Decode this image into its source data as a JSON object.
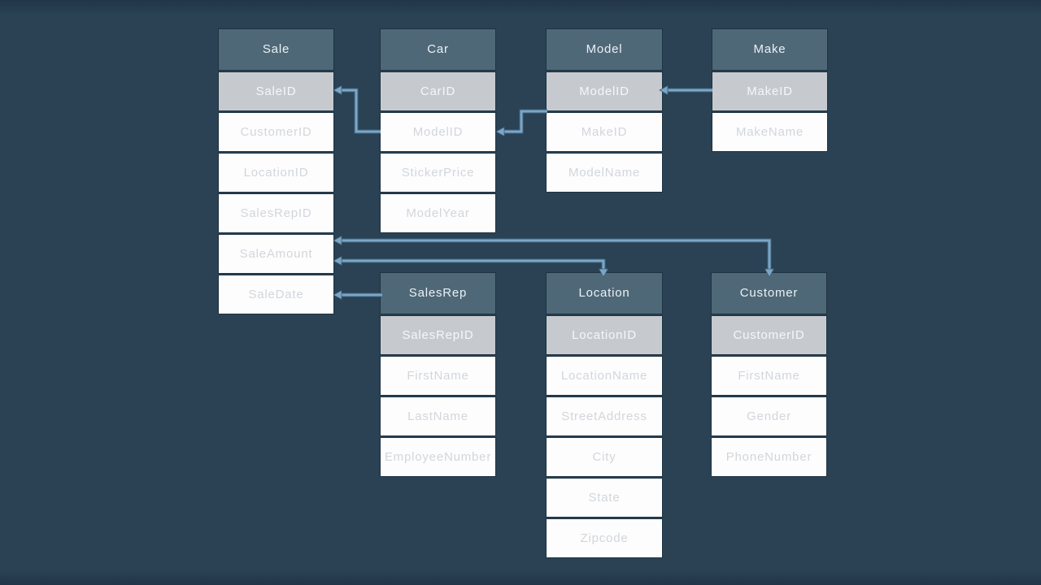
{
  "colors": {
    "background": "#2A4254",
    "table_header": "#4E6878",
    "key_row": "#C6CACF",
    "row": "#FDFDFE",
    "connector": "#7CA6C6",
    "connector_outline": "#3D617B",
    "header_text": "#ECF1F4",
    "key_text": "#F5F7F8",
    "field_text": "#D2D6DA"
  },
  "tables": {
    "sale": {
      "title": "Sale",
      "key": "SaleID",
      "fields": [
        "CustomerID",
        "LocationID",
        "SalesRepID",
        "SaleAmount",
        "SaleDate"
      ]
    },
    "car": {
      "title": "Car",
      "key": "CarID",
      "fields": [
        "ModelID",
        "StickerPrice",
        "ModelYear"
      ]
    },
    "model": {
      "title": "Model",
      "key": "ModelID",
      "fields": [
        "MakeID",
        "ModelName"
      ]
    },
    "make": {
      "title": "Make",
      "key": "MakeID",
      "fields": [
        "MakeName"
      ]
    },
    "salesrep": {
      "title": "SalesRep",
      "key": "SalesRepID",
      "fields": [
        "FirstName",
        "LastName",
        "EmployeeNumber"
      ]
    },
    "location": {
      "title": "Location",
      "key": "LocationID",
      "fields": [
        "LocationName",
        "StreetAddress",
        "City",
        "State",
        "Zipcode"
      ]
    },
    "customer": {
      "title": "Customer",
      "key": "CustomerID",
      "fields": [
        "FirstName",
        "Gender",
        "PhoneNumber"
      ]
    }
  },
  "connectors": [
    {
      "from": "Sale.SaleID",
      "to": "Car.ModelID"
    },
    {
      "from": "Car.ModelID",
      "to": "Model"
    },
    {
      "from": "Model.ModelID",
      "to": "Make.MakeID"
    },
    {
      "from": "Sale.SaleAmount",
      "to": "Customer"
    },
    {
      "from": "Sale.SaleAmount",
      "to": "Location"
    },
    {
      "from": "Sale.SaleDate",
      "to": "SalesRep"
    }
  ]
}
